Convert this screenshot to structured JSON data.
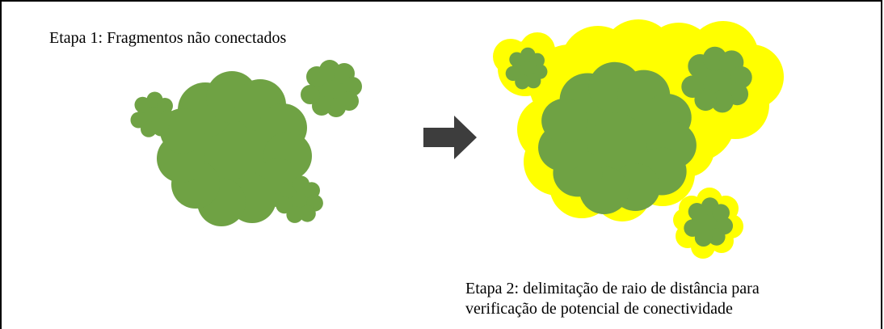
{
  "step1": {
    "label": "Etapa 1: Fragmentos não conectados"
  },
  "step2": {
    "label_line1": "Etapa 2: delimitação de raio de distância para",
    "label_line2": "verificação de potencial de conectividade"
  },
  "colors": {
    "fragment": "#6fa244",
    "buffer": "#ffff00",
    "buffer_edge": "#f5e400",
    "arrow": "#3d3d3d",
    "frame": "#000000"
  },
  "icons": {
    "arrow": "right-arrow-icon"
  }
}
